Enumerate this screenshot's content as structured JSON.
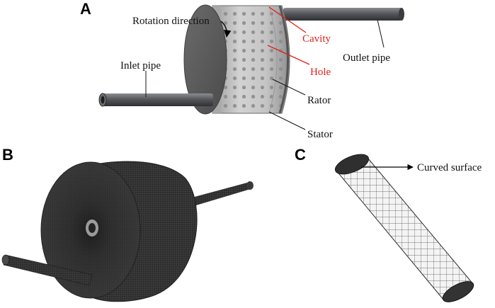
{
  "panels": {
    "a": {
      "letter": "A",
      "labels": {
        "rotation_direction": "Rotation direction",
        "cavity": "Cavity",
        "hole": "Hole",
        "outlet_pipe": "Outlet pipe",
        "inlet_pipe": "Inlet pipe",
        "rator": "Rator",
        "stator": "Stator"
      }
    },
    "b": {
      "letter": "B"
    },
    "c": {
      "letter": "C",
      "labels": {
        "curved_surface": "Curved surface"
      }
    }
  },
  "colors": {
    "label_red": "#e0201b",
    "pipe": "#55585c",
    "stator_grey": "#b9b9b9",
    "mesh_dark": "#2f2f2f"
  }
}
